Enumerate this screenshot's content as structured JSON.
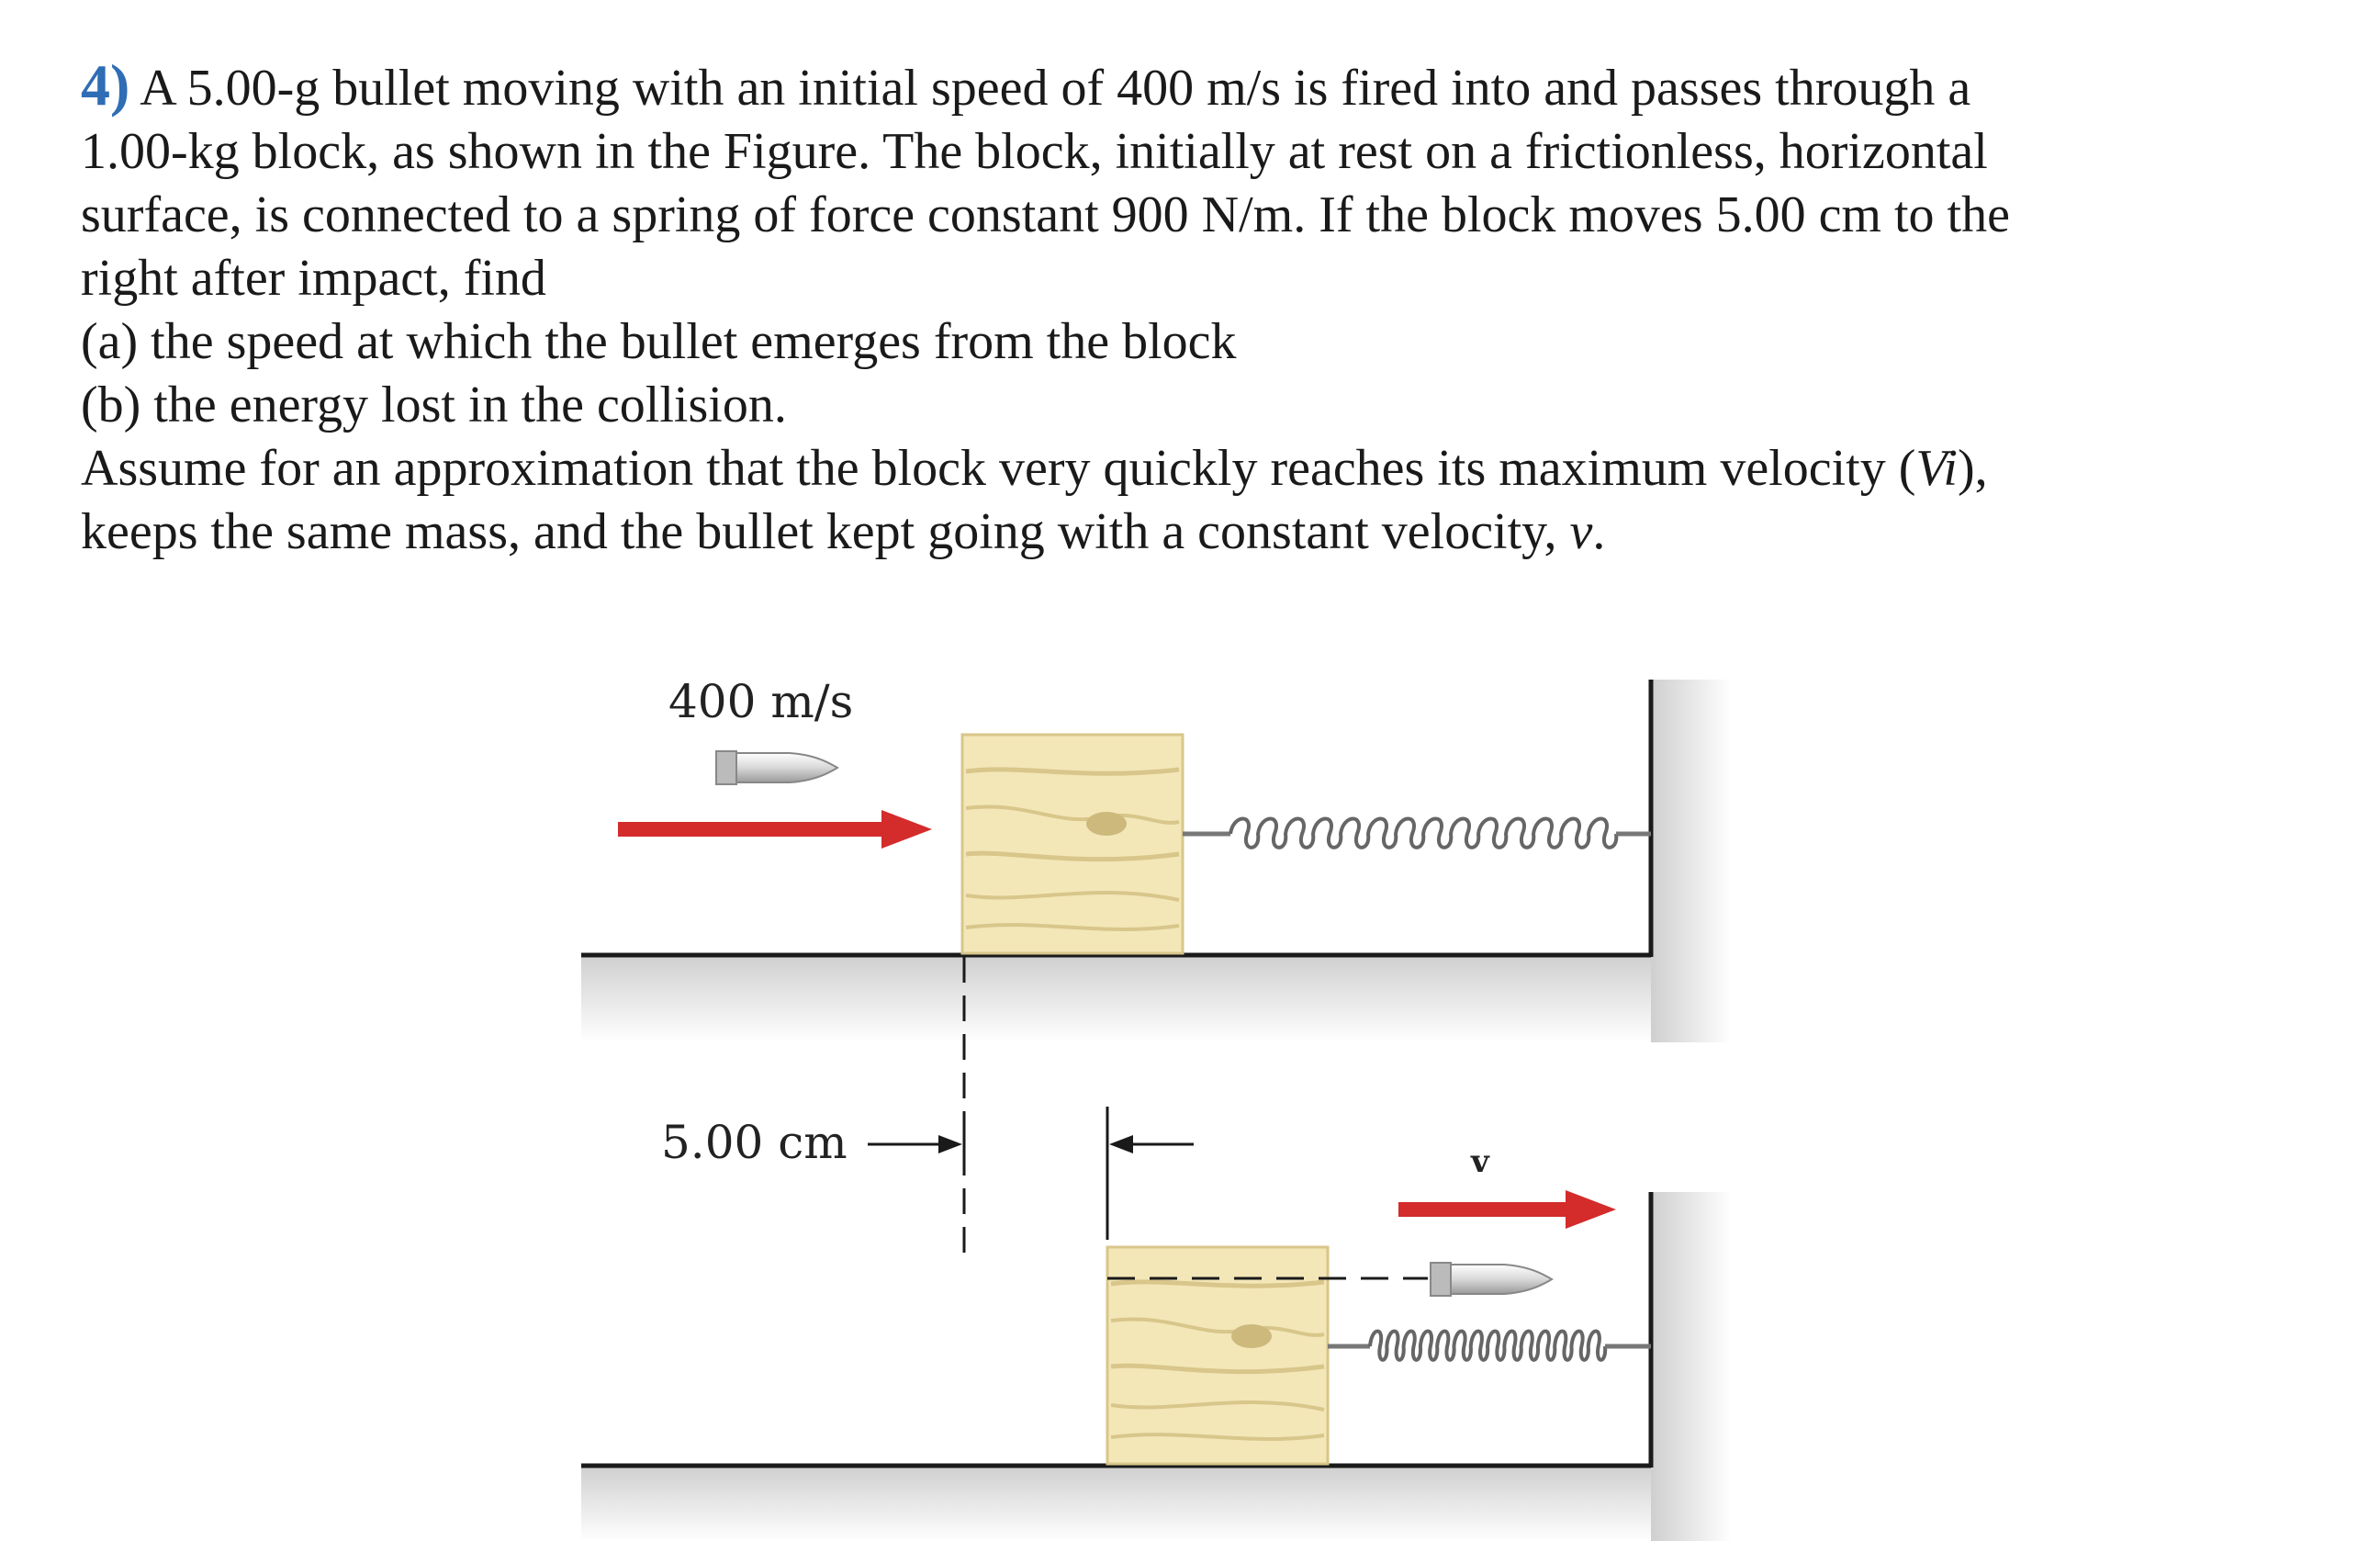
{
  "problem": {
    "number": "4)",
    "line1": "A 5.00-g bullet moving with an initial speed of 400 m/s is fired into and passes through a",
    "line2": "1.00-kg block, as shown in the Figure. The block, initially at rest on a frictionless, horizontal",
    "line3": "surface, is connected to a spring of force constant 900 N/m. If the block moves 5.00 cm to the",
    "line4": "right after impact, find",
    "part_a": "(a) the speed at which the bullet emerges from the block",
    "part_b": "(b) the energy lost in the collision.",
    "line7_pre": "Assume for an approximation that the block very quickly reaches its maximum velocity (",
    "line7_var": "Vi",
    "line7_post": "),",
    "line8_pre": "keeps the same mass, and the bullet kept going with a constant velocity, ",
    "line8_var": "v",
    "line8_post": "."
  },
  "figure": {
    "speed_label": "400 m/s",
    "displacement_label": "5.00 cm",
    "velocity_label": "v",
    "colors": {
      "arrow": "#d42b2b",
      "block": "#f3e7b8",
      "block_grain": "#d8c68a",
      "surface_shadow": "#d9d9d9",
      "line": "#1a1a1a"
    }
  }
}
